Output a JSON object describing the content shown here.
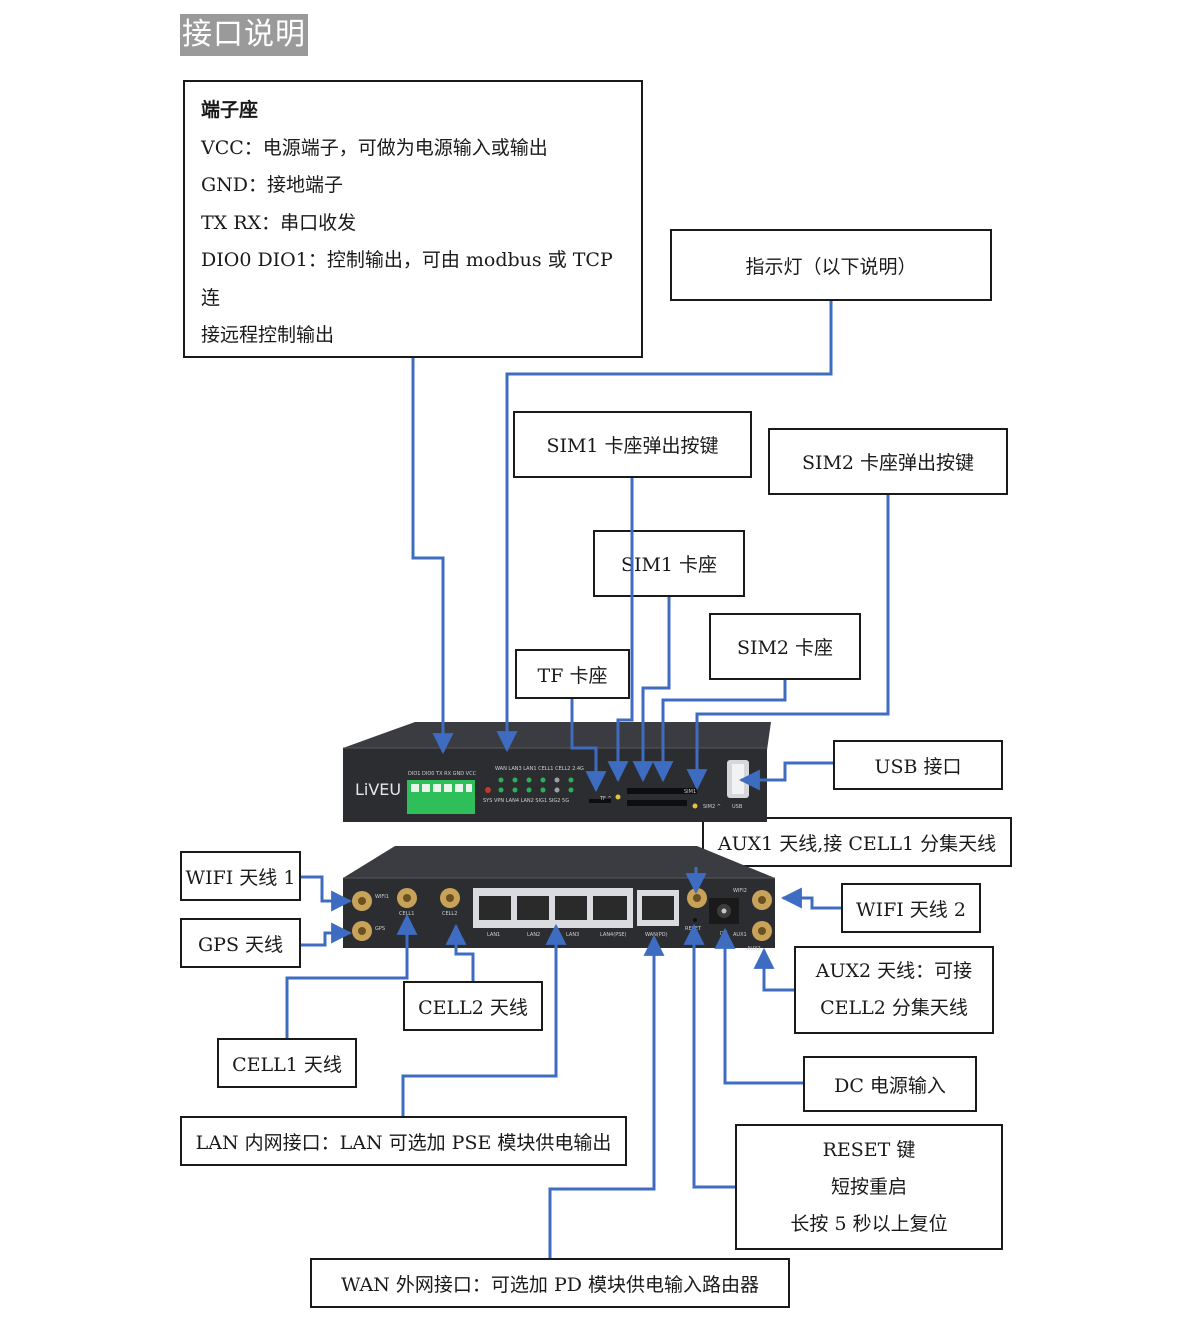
{
  "page_title": "接口说明",
  "terminal": {
    "heading": "端子座",
    "lines": [
      "VCC：电源端子，可做为电源输入或输出",
      "GND：接地端子",
      "TX RX：串口收发",
      "DIO0 DIO1：控制输出，可由 modbus 或 TCP 连",
      "接远程控制输出"
    ]
  },
  "labels": {
    "indicator": "指示灯（以下说明）",
    "sim1_eject": "SIM1 卡座弹出按键",
    "sim2_eject": "SIM2 卡座弹出按键",
    "sim1_slot": "SIM1 卡座",
    "sim2_slot": "SIM2 卡座",
    "tf_slot": "TF 卡座",
    "usb": "USB 接口",
    "aux1": "AUX1 天线,接 CELL1 分集天线",
    "wifi1": "WIFI 天线 1",
    "wifi2": "WIFI 天线 2",
    "gps": "GPS 天线",
    "cell2": "CELL2 天线",
    "cell1": "CELL1 天线",
    "aux2_line1": "AUX2 天线：可接",
    "aux2_line2": "CELL2 分集天线",
    "dc": "DC 电源输入",
    "lan": "LAN 内网接口：LAN 可选加 PSE 模块供电输出",
    "reset_line1": "RESET 键",
    "reset_line2": "短按重启",
    "reset_line3": "长按 5 秒以上复位",
    "wan": "WAN 外网接口：可选加 PD 模块供电输入路由器"
  },
  "device_top": {
    "brand": "LiVEU",
    "terminal_pins": "DIO1 DIO0 TX  RX  GND VCC",
    "led_row1": "WAN LAN3 LAN1 CELL1 CELL2 2.4G",
    "led_row2": "SYS  VPN  LAN4 LAN2  SIG1  SIG2   5G",
    "tf_mark": "TF ^",
    "sim1_mark": "SIM1",
    "sim2_mark": "SIM2 ^",
    "usb_mark": "USB"
  },
  "device_front": {
    "ant_wifi1": "WIFI1",
    "ant_gps": "GPS",
    "ant_cell1": "CELL1",
    "ant_cell2": "CELL2",
    "port_lan1": "LAN1",
    "port_lan2": "LAN2",
    "port_lan3": "LAN3",
    "port_lan4": "LAN4(PSE)",
    "port_wan": "WAN(PD)",
    "reset": "RESET",
    "dc": "DC",
    "ant_wifi2": "WIFI2",
    "ant_aux1": "AUX1",
    "ant_aux2": "AUX2"
  },
  "colors": {
    "connector": "#3d6cc0",
    "device_body": "#2b2d31",
    "terminal_block": "#2fbf5a"
  }
}
